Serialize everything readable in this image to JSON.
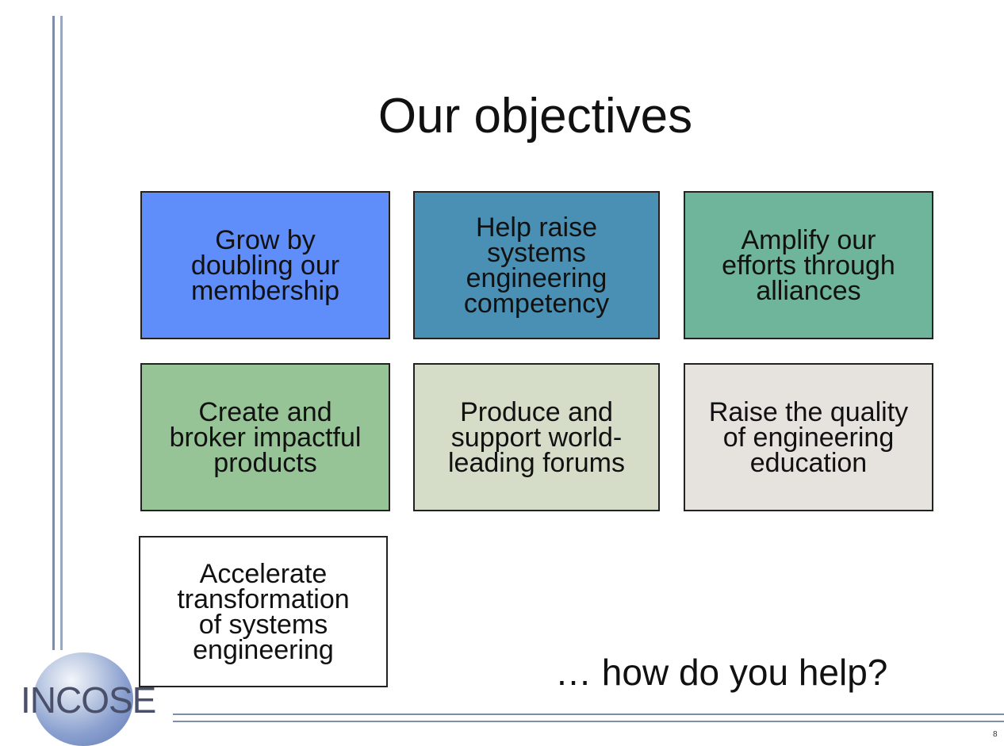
{
  "slide": {
    "title": "Our objectives",
    "question": "… how do you help?",
    "page_number": "8"
  },
  "objectives": [
    {
      "text": "Grow by\ndoubling our\nmembership",
      "color": "#5f8df9"
    },
    {
      "text": "Help raise\nsystems\nengineering\ncompetency",
      "color": "#4a90b5"
    },
    {
      "text": "Amplify our\nefforts through\nalliances",
      "color": "#6fb59c"
    },
    {
      "text": "Create and\nbroker impactful\nproducts",
      "color": "#97c497"
    },
    {
      "text": "Produce and\nsupport world-\nleading forums",
      "color": "#d5dcc8"
    },
    {
      "text": "Raise the quality\nof engineering\neducation",
      "color": "#e6e3df"
    },
    {
      "text": "Accelerate\ntransformation\nof systems\nengineering",
      "color": "#ffffff"
    }
  ],
  "logo": {
    "text": "INCOSE"
  }
}
